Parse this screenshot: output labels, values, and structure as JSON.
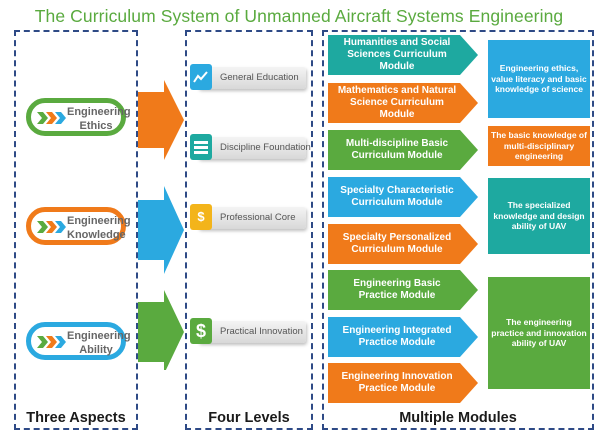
{
  "title": "The Curriculum System of Unmanned Aircraft Systems Engineering",
  "columns": {
    "aspects": "Three Aspects",
    "levels": "Four Levels",
    "modules": "Multiple Modules"
  },
  "aspects": [
    {
      "line1": "Engineering",
      "line2": "Ethics",
      "color": "#5aaa3f"
    },
    {
      "line1": "Engineering",
      "line2": "Knowledge",
      "color": "#f07a1a"
    },
    {
      "line1": "Engineering",
      "line2": "Ability",
      "color": "#2ba9e0"
    }
  ],
  "levels": [
    {
      "label": "General Education",
      "icon": "chart-icon",
      "color": "#2ba9e0"
    },
    {
      "label": "Discipline Foundation",
      "icon": "list-icon",
      "color": "#1ea9a0"
    },
    {
      "label": "Professional Core",
      "icon": "dollar-icon",
      "color": "#f3b41a"
    },
    {
      "label": "Practical Innovation",
      "icon": "dollar-icon",
      "color": "#5aaa3f"
    }
  ],
  "modules": [
    {
      "line1": "Humanities and Social",
      "line2": "Sciences Curriculum Module",
      "color": "#1ea9a0"
    },
    {
      "line1": "Mathematics and Natural",
      "line2": "Science Curriculum Module",
      "color": "#f07a1a"
    },
    {
      "line1": "Multi-discipline Basic",
      "line2": "Curriculum Module",
      "color": "#5aaa3f"
    },
    {
      "line1": "Specialty Characteristic",
      "line2": "Curriculum Module",
      "color": "#2ba9e0"
    },
    {
      "line1": "Specialty Personalized",
      "line2": "Curriculum Module",
      "color": "#f07a1a"
    },
    {
      "line1": "Engineering Basic",
      "line2": "Practice Module",
      "color": "#5aaa3f"
    },
    {
      "line1": "Engineering Integrated",
      "line2": "Practice Module",
      "color": "#2ba9e0"
    },
    {
      "line1": "Engineering Innovation",
      "line2": "Practice Module",
      "color": "#f07a1a"
    }
  ],
  "outcomes": [
    {
      "text": "Engineering ethics, value literacy and basic knowledge of science",
      "color": "#2ba9e0"
    },
    {
      "text": "The basic knowledge of multi-disciplinary engineering",
      "color": "#f07a1a"
    },
    {
      "text": "The specialized knowledge and design ability of UAV",
      "color": "#1ea9a0"
    },
    {
      "text": "The engineering practice and innovation ability of UAV",
      "color": "#5aaa3f"
    }
  ]
}
